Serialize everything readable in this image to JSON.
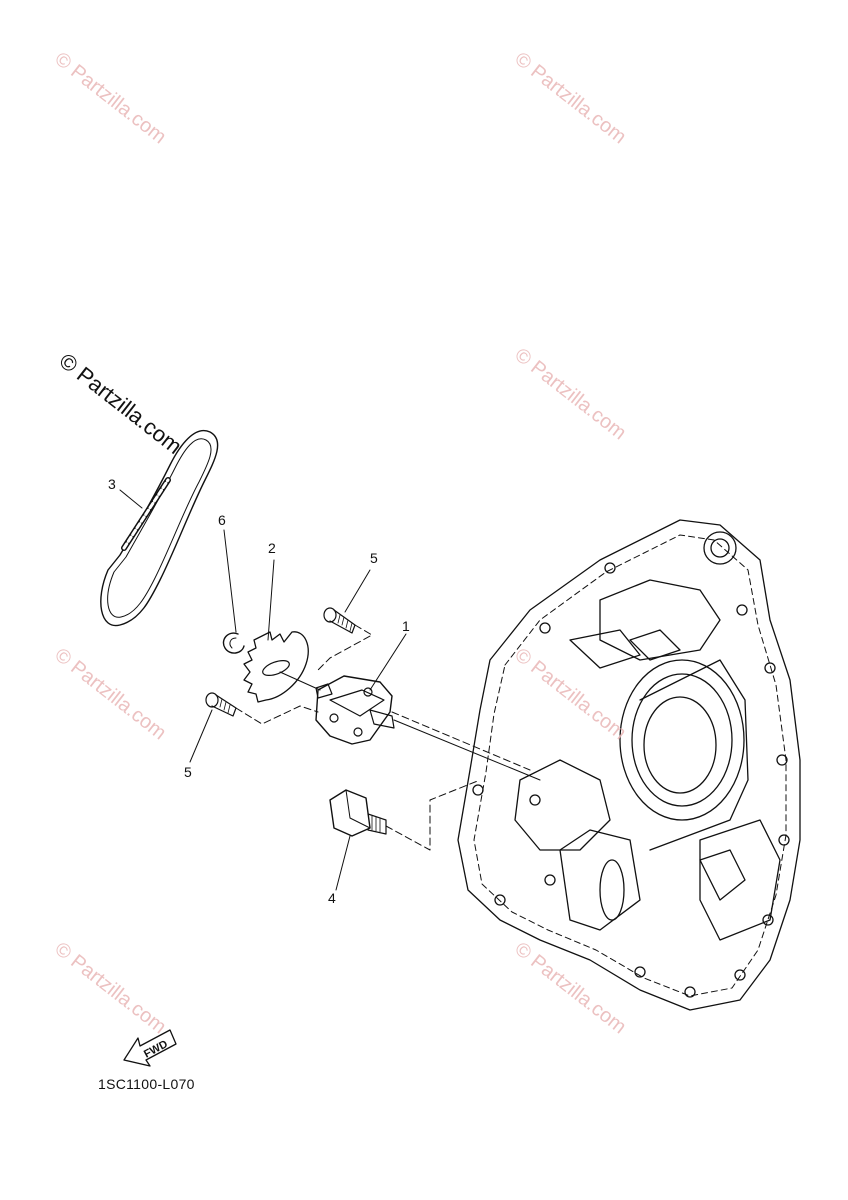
{
  "watermark": {
    "text": "© Partzilla.com",
    "color": "#e9b7b7",
    "dark_text": "© Partzilla.com"
  },
  "callouts": {
    "c1": "1",
    "c2": "2",
    "c3": "3",
    "c4": "4",
    "c5a": "5",
    "c5b": "5",
    "c6": "6"
  },
  "diagram_code": "1SC1100-L070",
  "fwd_label": "FWD"
}
